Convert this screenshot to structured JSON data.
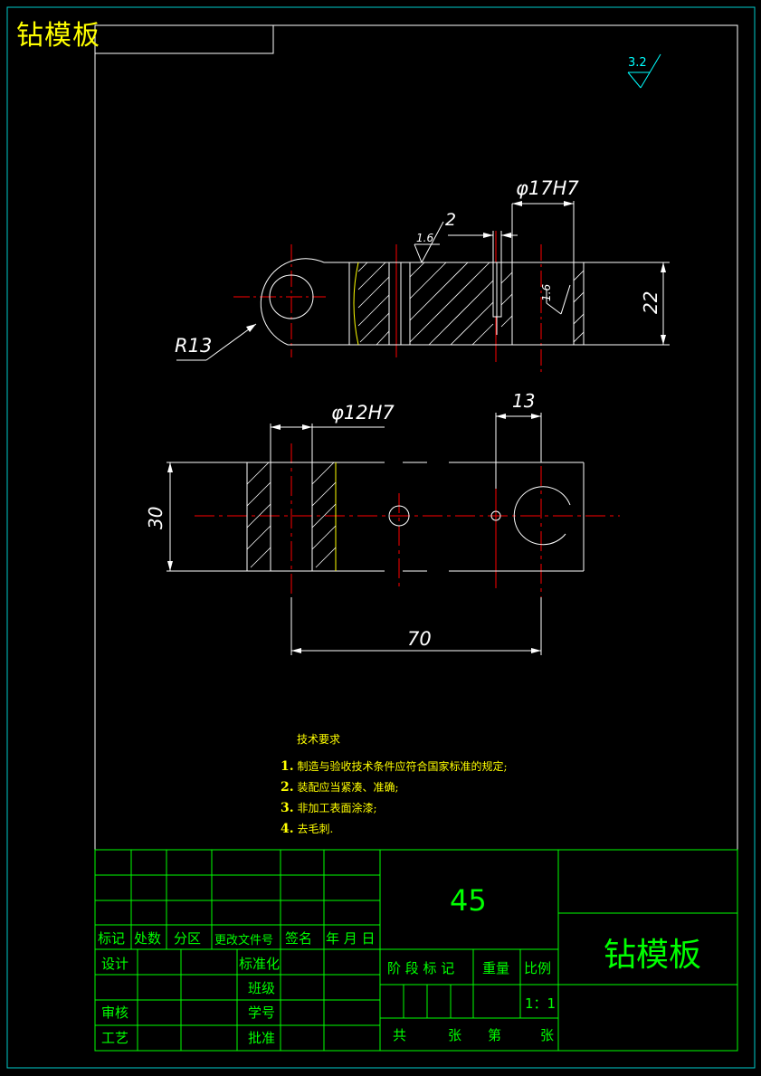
{
  "header": {
    "title": "钻模板"
  },
  "drawing": {
    "roughness_general": "3.2",
    "dimensions": {
      "bore_top": "φ17H7",
      "slot_width": "2",
      "roughness_a": "1.6",
      "roughness_b": "1.6",
      "height": "22",
      "radius": "R13",
      "bore_bottom": "φ12H7",
      "offset": "13",
      "width": "30",
      "length": "70"
    }
  },
  "tech_requirements": {
    "title": "技术要求",
    "items": [
      {
        "num": "1.",
        "text": "制造与验收技术条件应符合国家标准的规定;"
      },
      {
        "num": "2.",
        "text": "装配应当紧凑、准确;"
      },
      {
        "num": "3.",
        "text": "非加工表面涂漆;"
      },
      {
        "num": "4.",
        "text": "去毛刺."
      }
    ]
  },
  "title_block": {
    "material": "45",
    "part_name": "钻模板",
    "rev_headers": [
      "标记",
      "处数",
      "分区",
      "更改文件号",
      "签名",
      "年 月 日"
    ],
    "design": "设计",
    "standardize": "标准化",
    "class": "班级",
    "review": "审核",
    "student_no": "学号",
    "process": "工艺",
    "approve": "批准",
    "stage_mark": "阶 段 标 记",
    "weight": "重量",
    "scale_label": "比例",
    "scale": "1：1",
    "total": "共",
    "sheets": "张",
    "sheet_no": "第",
    "sheet_unit": "张"
  }
}
